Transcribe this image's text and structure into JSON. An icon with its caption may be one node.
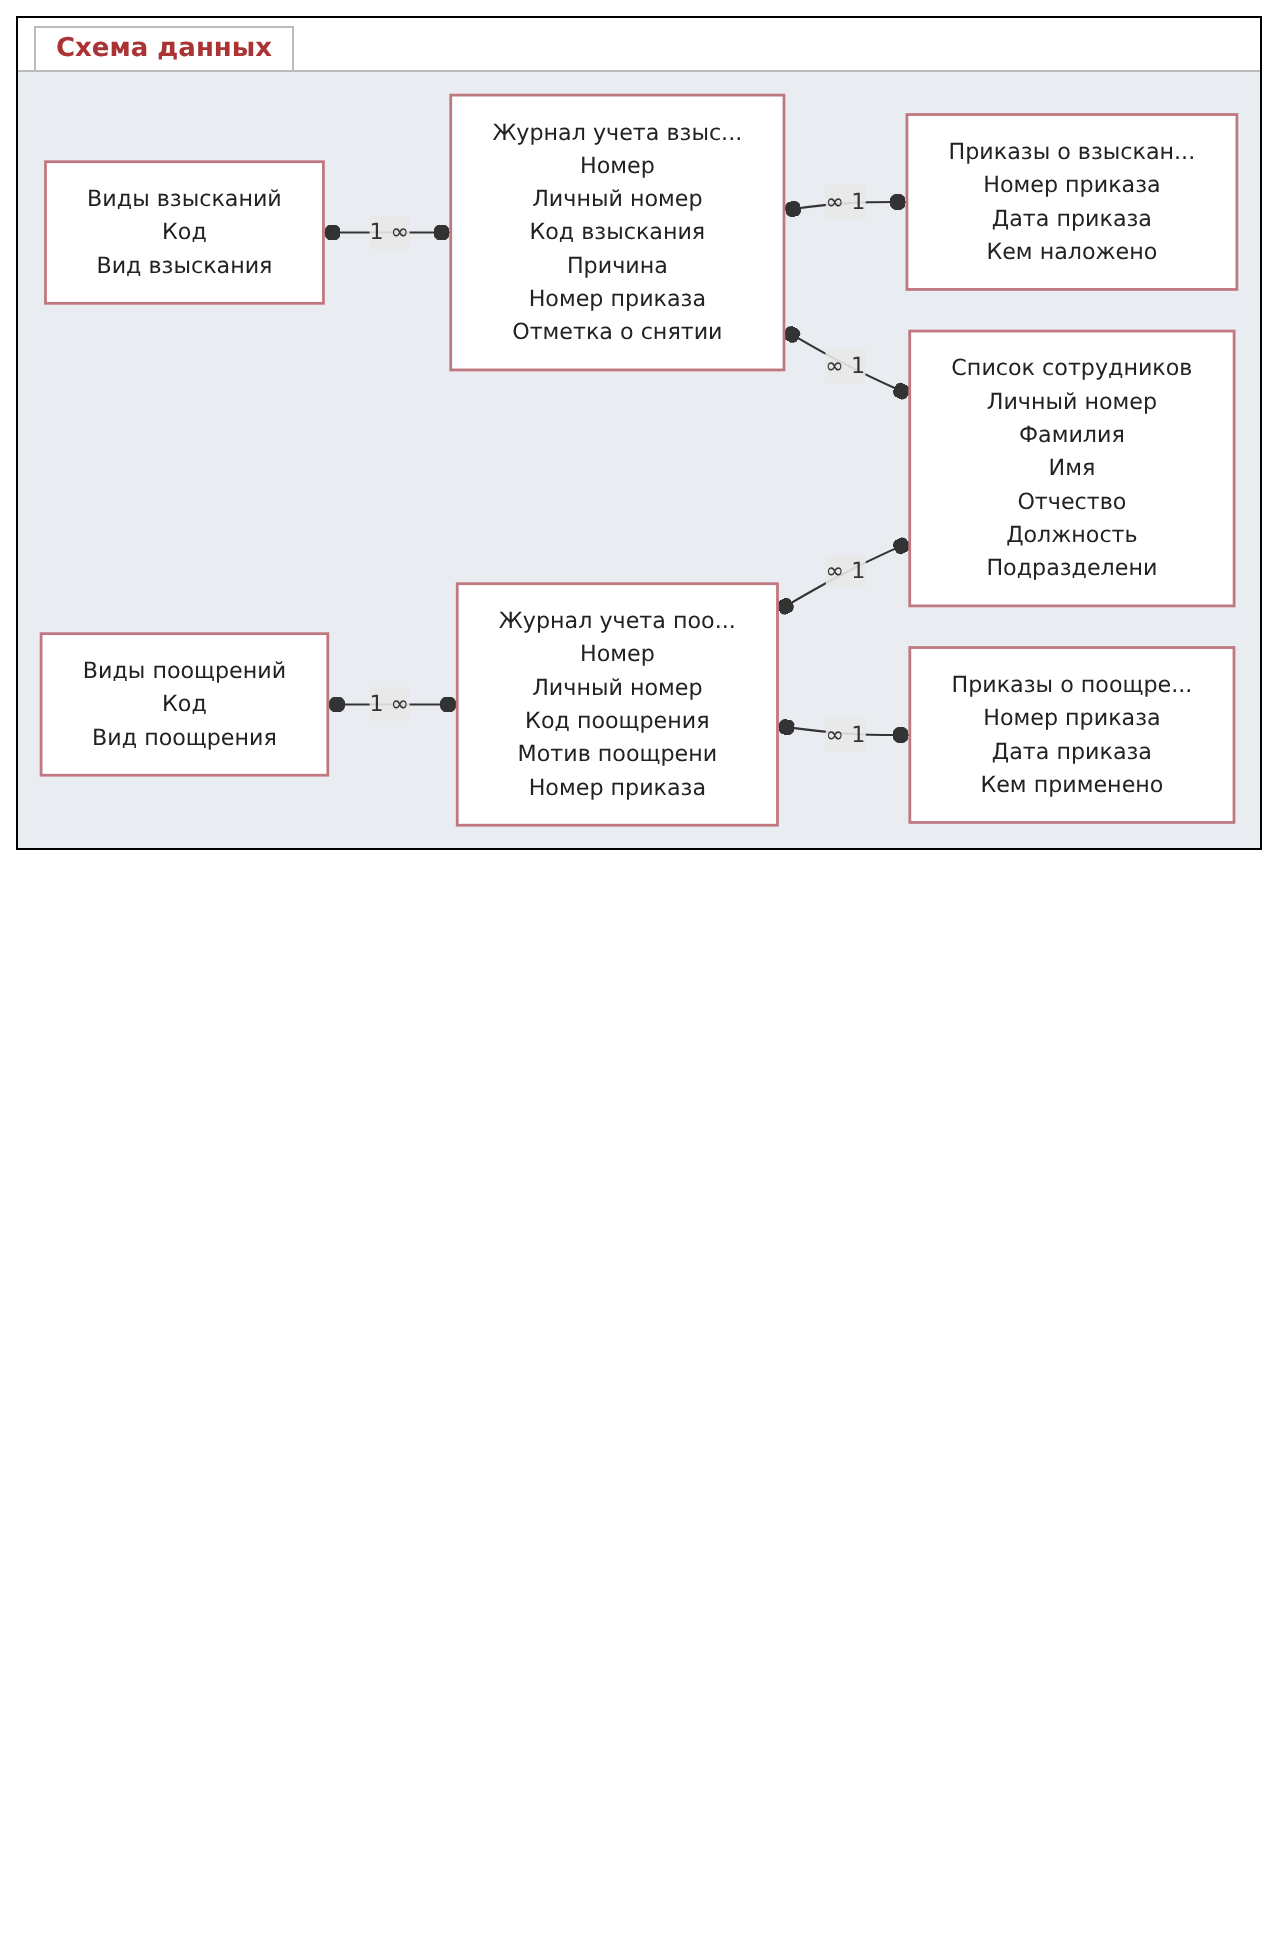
{
  "diagram": {
    "nodes": [
      {
        "text": [
          "Виды взысканий",
          "Код",
          "Вид взыскания"
        ]
      },
      {
        "text": [
          "Журнал учета взыс...",
          "Номер",
          "Личный номер",
          "Код взыскания",
          "Причина",
          "Номер приказа",
          "Отметка о снятии"
        ]
      },
      {
        "text": [
          "Приказы о взыскан...",
          "Номер приказа",
          "Дата приказа",
          "Кем наложено"
        ]
      },
      {
        "text": [
          "Список сотрудников",
          "Личный номер",
          "Фамилия",
          "Имя",
          "Отчество",
          "Должность",
          "Подразделени"
        ]
      },
      {
        "text": [
          "Виды поощрений",
          "Код",
          "Вид поощрения"
        ]
      },
      {
        "text": [
          "Журнал учета поо...",
          "Номер",
          "Личный номер",
          "Код поощрения",
          "Мотив поощрени",
          "Номер приказа"
        ]
      },
      {
        "text": [
          "Приказы о поощре...",
          "Номер приказа",
          "Дата приказа",
          "Кем применено"
        ]
      }
    ],
    "edges": [
      {
        "from": 0,
        "to": 1,
        "arrow": "other",
        "label": "1 ∞"
      },
      {
        "from": 1,
        "to": 2,
        "arrow": "other",
        "label": "∞ 1"
      },
      {
        "from": 1,
        "to": 3,
        "arrow": "other",
        "label": "∞ 1"
      },
      {
        "from": 4,
        "to": 5,
        "arrow": "other",
        "label": "1 ∞"
      },
      {
        "from": 5,
        "to": 3,
        "arrow": "other",
        "label": "∞ 1"
      },
      {
        "from": 5,
        "to": 6,
        "arrow": "other",
        "label": "∞ 1"
      }
    ],
    "labels": [
      "Схема данных"
    ]
  }
}
